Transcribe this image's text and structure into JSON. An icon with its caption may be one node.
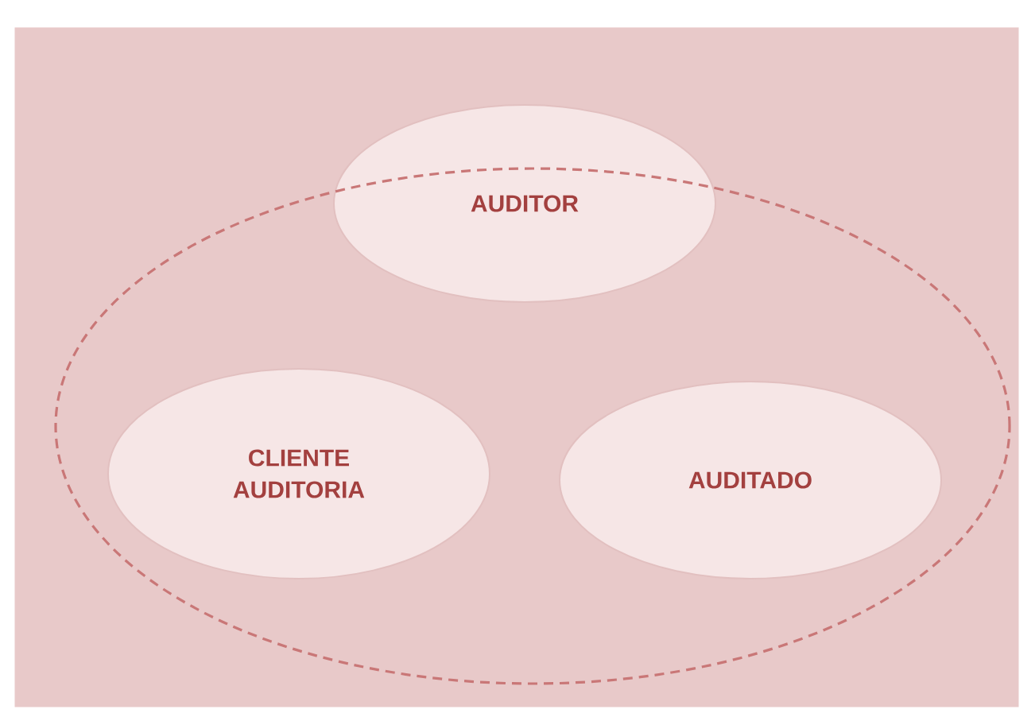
{
  "diagram": {
    "nodes": [
      {
        "text": [],
        "shape": "ellipse"
      },
      {
        "text": [
          "AUDITOR"
        ]
      },
      {
        "text": [
          "CLIENTE AUDITORIA"
        ],
        "in": 0
      },
      {
        "text": [
          "AUDITADO"
        ],
        "in": 0
      }
    ]
  }
}
